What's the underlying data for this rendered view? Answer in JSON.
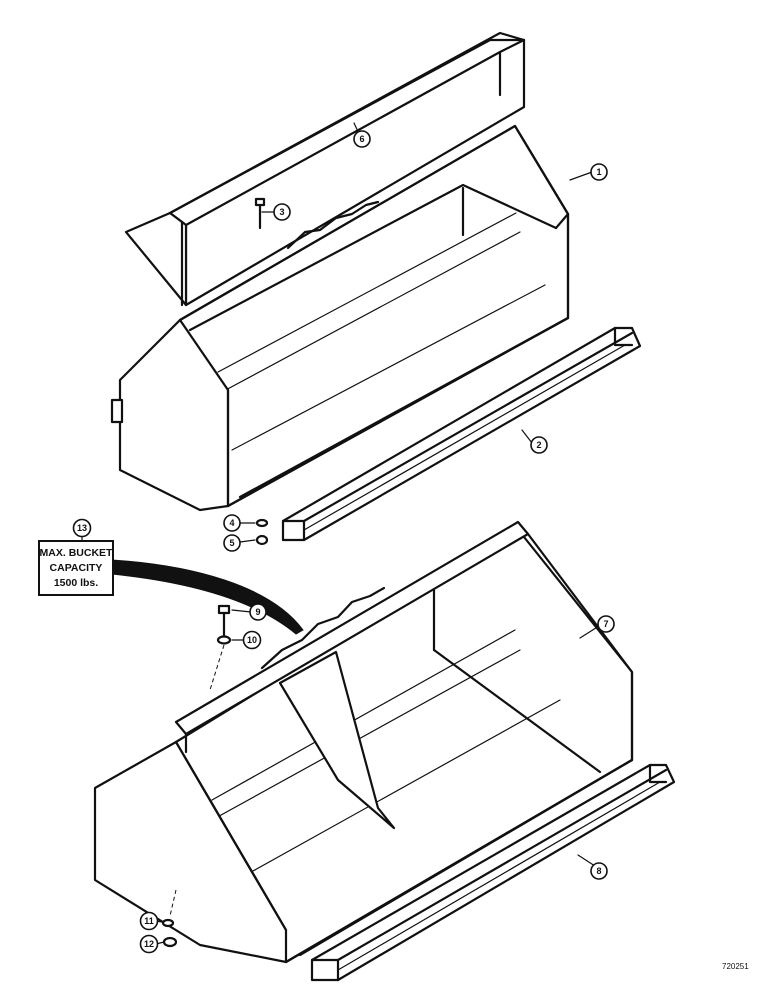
{
  "callouts": [
    "1",
    "2",
    "3",
    "4",
    "5",
    "6",
    "7",
    "8",
    "9",
    "10",
    "11",
    "12",
    "13"
  ],
  "decal": {
    "lines": [
      "MAX. BUCKET",
      "CAPACITY",
      "1500 lbs."
    ]
  },
  "reference_code": "720251"
}
